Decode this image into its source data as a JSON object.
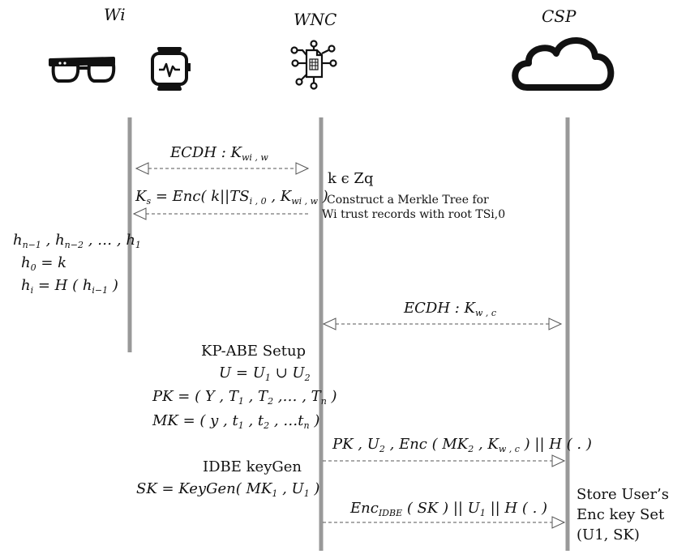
{
  "headers": {
    "wi": "Wi",
    "wnc": "WNC",
    "csp": "CSP"
  },
  "icons": {
    "glasses": "smart-glasses-icon",
    "watch": "smartwatch-icon",
    "wnc": "network-document-icon",
    "csp": "cloud-icon"
  },
  "labels": {
    "wnc_k": "k ϵ Zq",
    "wnc_merkle_1": "Construct a Merkle Tree for",
    "wnc_merkle_2": "Wi trust records with root TSi,0",
    "kpabe_setup": "KP-ABE Setup",
    "idbe_keygen": "IDBE keyGen",
    "csp_store_1": "Store User’s",
    "csp_store_2": "Enc key Set",
    "csp_store_3": "(U1, SK)"
  },
  "math": {
    "ecdh_wi": {
      "main": "ECDH : K",
      "sub": "wi , w"
    },
    "ecdh_wc": {
      "main": "ECDH : K",
      "sub": "w , c"
    },
    "ks": {
      "a": "K",
      "a_sub": "s",
      "b": " = Enc( k||TS",
      "b_sub": "i , 0",
      "c": " , K",
      "c_sub": "wi , w",
      "d": " )"
    },
    "hchain": {
      "a": "h",
      "a_sub": "n−1",
      "b": " , h",
      "b_sub": "n−2",
      "c": " , … , h",
      "c_sub": "1"
    },
    "h0": {
      "a": "h",
      "a_sub": "0",
      "b": " = k"
    },
    "hi": {
      "a": "h",
      "a_sub": "i",
      "b": " = H ( h",
      "b_sub": "i−1",
      "c": " )"
    },
    "u": {
      "a": "U = U",
      "a_sub": "1",
      "b": " ∪ U",
      "b_sub": "2"
    },
    "pk": {
      "a": "PK = ( Y , T",
      "a_sub": "1",
      "b": " , T",
      "b_sub": "2",
      "c": " ,… , T",
      "c_sub": "n",
      "d": " )"
    },
    "mk": {
      "a": "MK = ( y , t",
      "a_sub": "1",
      "b": " , t",
      "b_sub": "2",
      "c": " , …t",
      "c_sub": "n",
      "d": " )"
    },
    "sk": {
      "a": "SK = KeyGen( MK",
      "a_sub": "1",
      "b": " , U",
      "b_sub": "1",
      "c": " )"
    },
    "msg_pk": {
      "a": "PK , U",
      "a_sub": "2",
      "b": " , Enc ( MK",
      "b_sub": "2",
      "c": " , K",
      "c_sub": "w , c",
      "d": " ) || H ( . )"
    },
    "msg_enc": {
      "a": "Enc",
      "a_sub": "IDBE",
      "b": " ( SK ) || U",
      "b_sub": "1",
      "c": " || H ( . )"
    }
  }
}
